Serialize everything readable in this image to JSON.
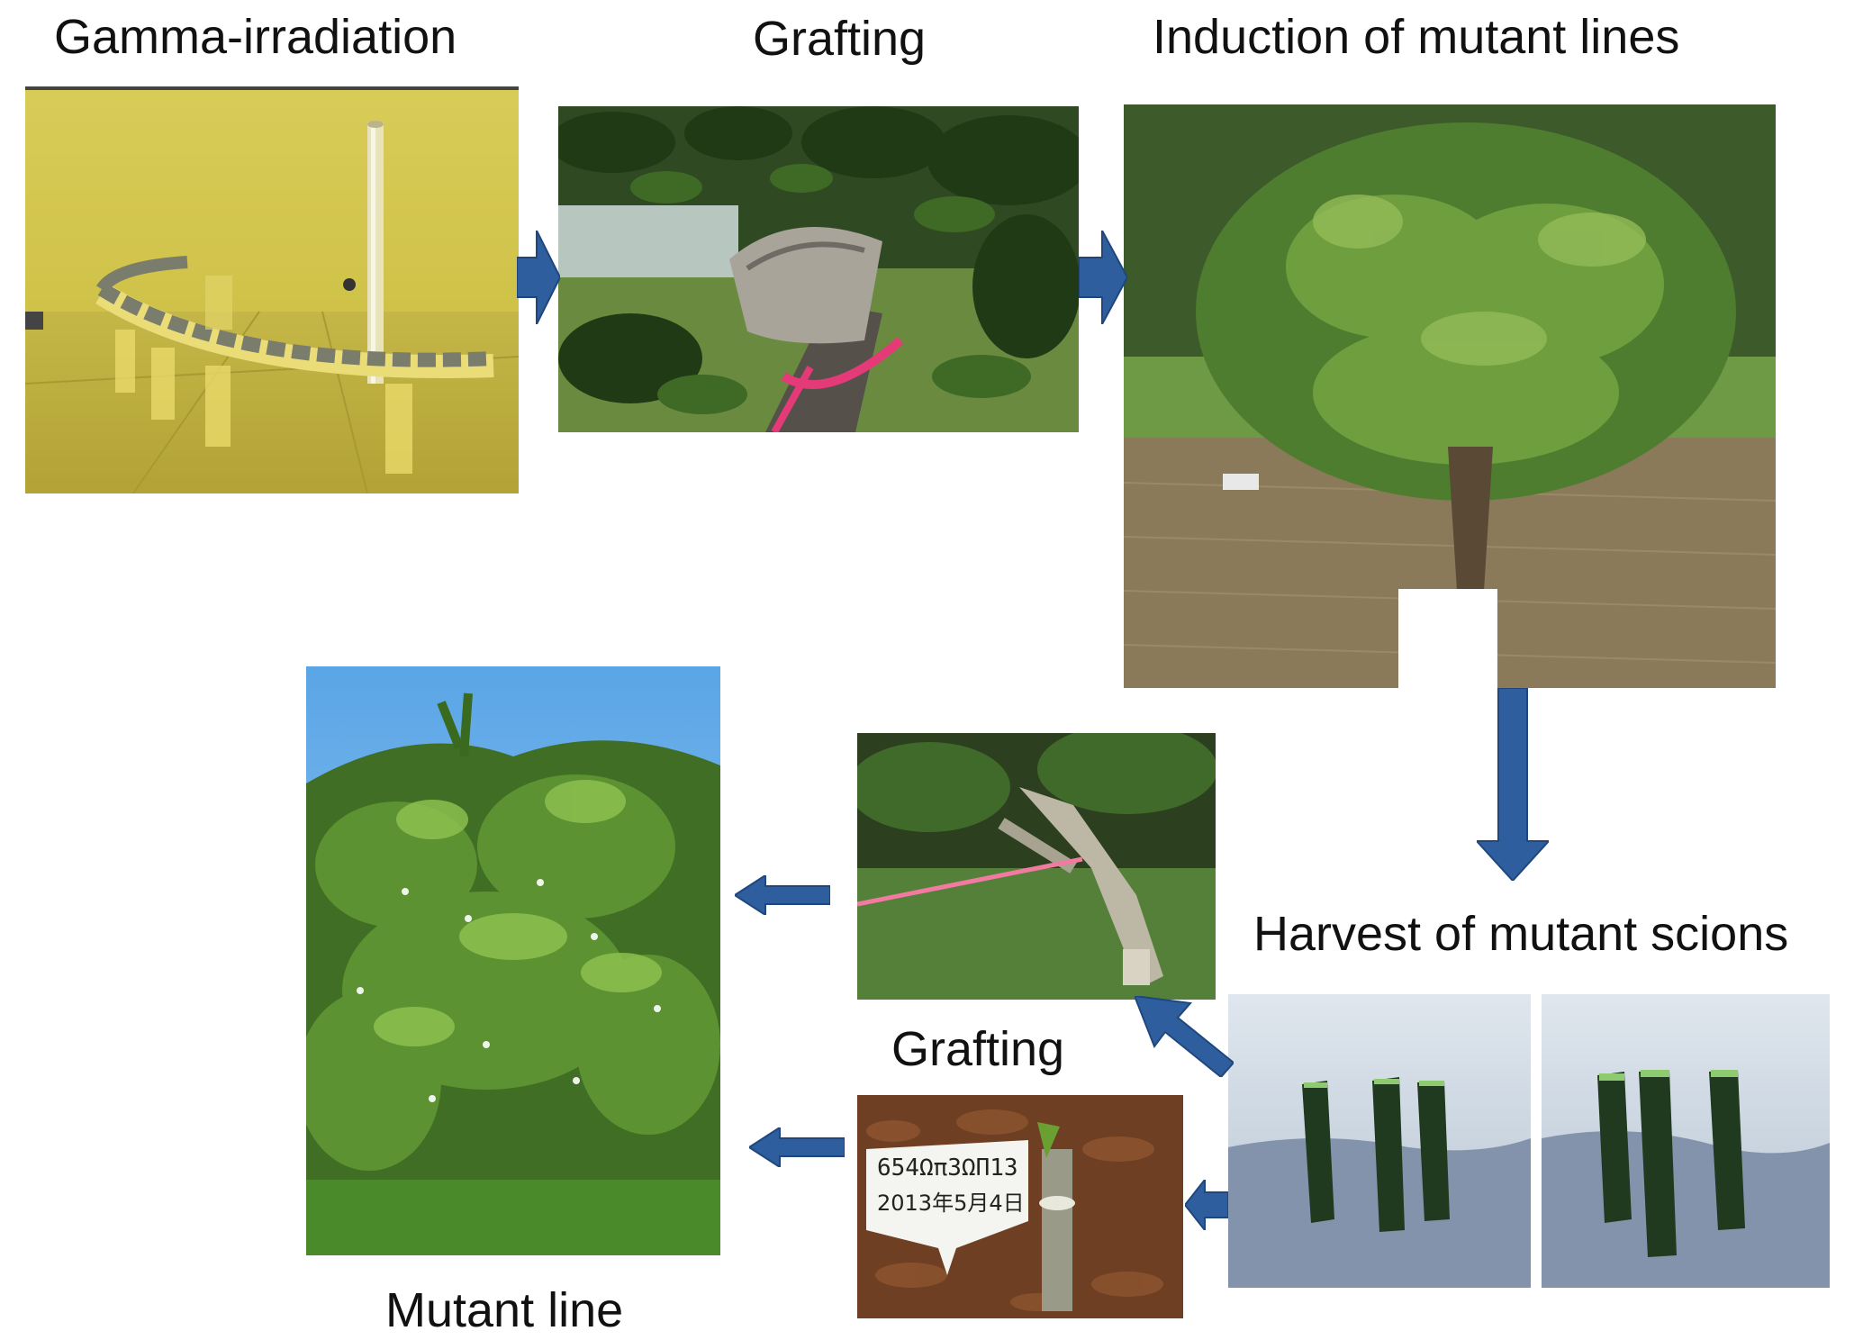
{
  "labels": {
    "gamma_irradiation": "Gamma-irradiation",
    "grafting_top": "Grafting",
    "induction": "Induction of mutant lines",
    "harvest": "Harvest of mutant scions",
    "grafting_bottom": "Grafting",
    "mutant_line": "Mutant line"
  },
  "photos": {
    "tag_line1": "654Ωπ3ΩΠ13",
    "tag_line2": "2013年5月4日"
  },
  "colors": {
    "arrow_fill": "#2e5e9e",
    "arrow_stroke": "#1f477e"
  }
}
